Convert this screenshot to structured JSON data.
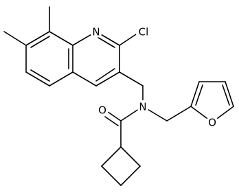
{
  "molecule": {
    "atoms": {
      "n_ring": "N",
      "cl": "Cl",
      "o_carbonyl": "O",
      "n_amide": "N",
      "o_furan": "O"
    }
  },
  "colors": {
    "bond": "#000000",
    "background": "#ffffff"
  }
}
